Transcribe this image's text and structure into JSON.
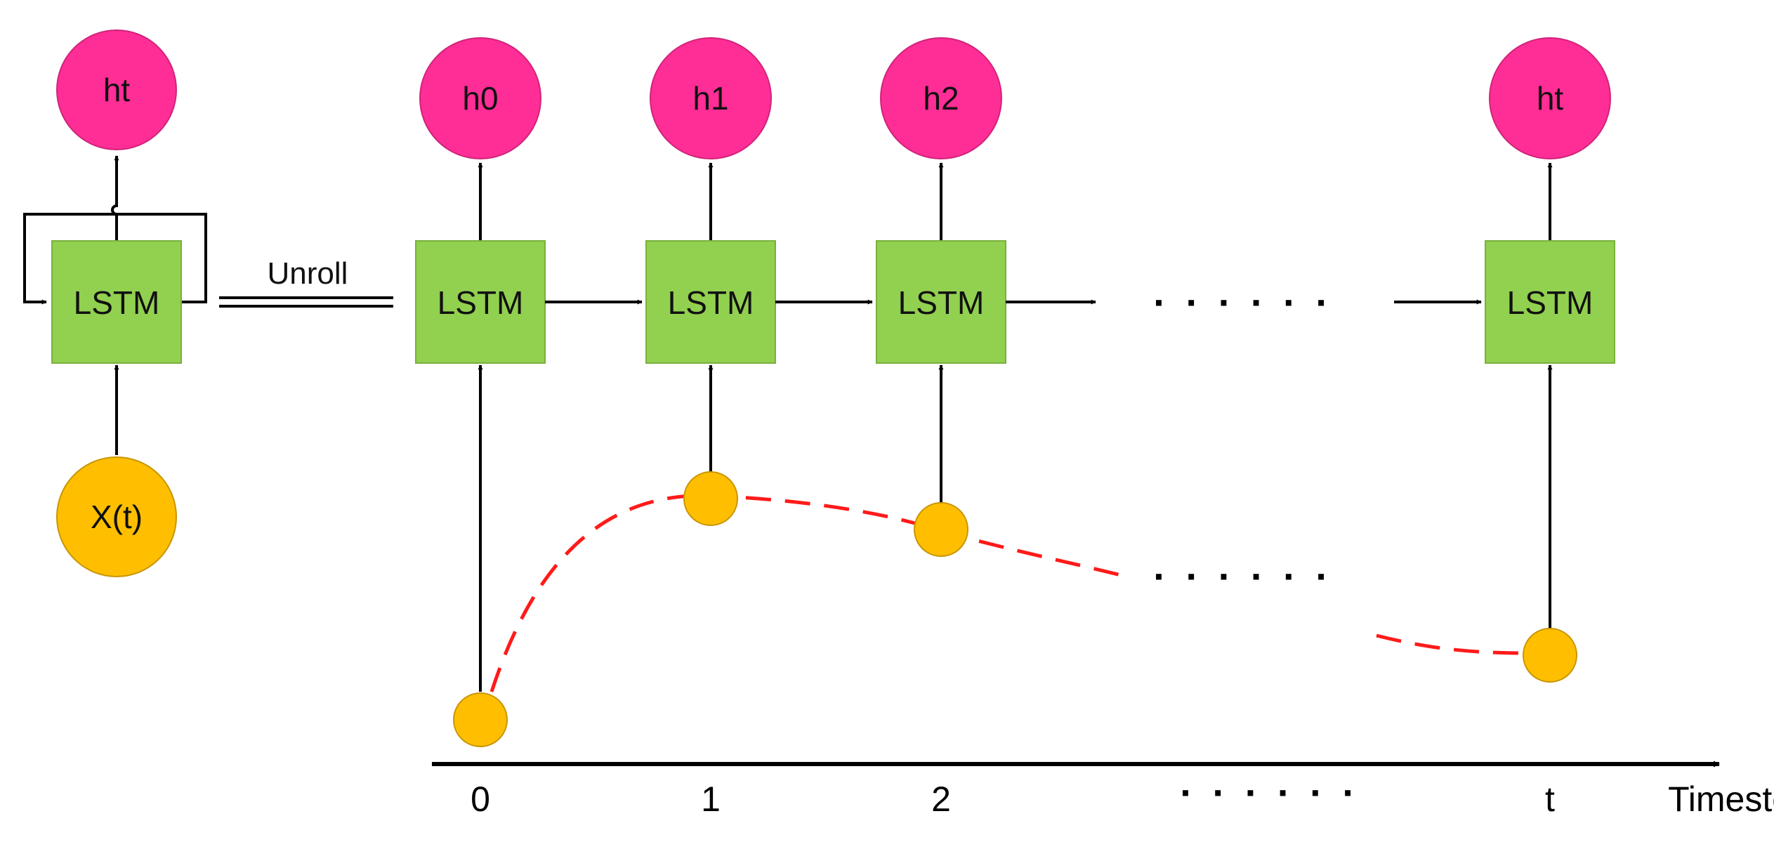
{
  "colors": {
    "hidden_fill": "#ff2d96",
    "hidden_stroke": "#d0247a",
    "lstm_fill": "#92d050",
    "lstm_stroke": "#7ab03d",
    "input_fill": "#ffbf00",
    "input_stroke": "#c99500",
    "curve": "#ff1a1a",
    "line": "#000000"
  },
  "folded": {
    "output_label": "ht",
    "cell_label": "LSTM",
    "input_label": "X(t)"
  },
  "unroll_label": "Unroll",
  "cells": [
    {
      "output_label": "h0",
      "cell_label": "LSTM",
      "tick_label": "0"
    },
    {
      "output_label": "h1",
      "cell_label": "LSTM",
      "tick_label": "1"
    },
    {
      "output_label": "h2",
      "cell_label": "LSTM",
      "tick_label": "2"
    },
    {
      "output_label": "ht",
      "cell_label": "LSTM",
      "tick_label": "t"
    }
  ],
  "ellipsis": "· · · · · ·",
  "axis": {
    "label": "Timestep"
  }
}
